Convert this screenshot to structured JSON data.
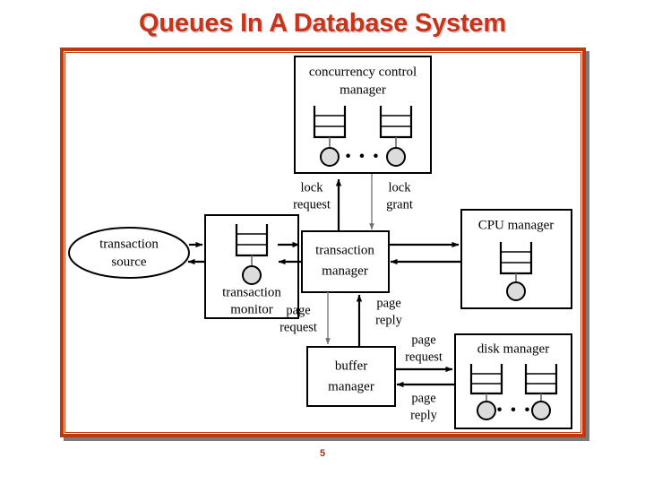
{
  "slide": {
    "title": "Queues In A Database System",
    "page_number": "5",
    "accent_color": "#C0380F",
    "title_color": "#C8341A"
  },
  "diagram": {
    "type": "queueing-network-diagram",
    "nodes": [
      {
        "id": "ccm",
        "label_line1": "concurrency control",
        "label_line2": "manager",
        "shape": "box",
        "queues": 2,
        "ellipsis": "..."
      },
      {
        "id": "txsrc",
        "label_line1": "transaction",
        "label_line2": "source",
        "shape": "ellipse",
        "queues": 0
      },
      {
        "id": "txmon",
        "label_line1": "transaction",
        "label_line2": "monitor",
        "shape": "box",
        "queues": 1
      },
      {
        "id": "txmgr",
        "label_line1": "transaction",
        "label_line2": "manager",
        "shape": "box",
        "queues": 0
      },
      {
        "id": "cpu",
        "label_line1": "CPU manager",
        "label_line2": "",
        "shape": "box",
        "queues": 1
      },
      {
        "id": "buf",
        "label_line1": "buffer",
        "label_line2": "manager",
        "shape": "box",
        "queues": 0
      },
      {
        "id": "disk",
        "label_line1": "disk manager",
        "label_line2": "",
        "shape": "box",
        "queues": 2,
        "ellipsis": "..."
      }
    ],
    "edge_labels": {
      "lock_request_l1": "lock",
      "lock_request_l2": "request",
      "lock_grant_l1": "lock",
      "lock_grant_l2": "grant",
      "page_request_tm_l1": "page",
      "page_request_tm_l2": "request",
      "page_reply_tm_l1": "page",
      "page_reply_tm_l2": "reply",
      "page_request_disk_l1": "page",
      "page_request_disk_l2": "request",
      "page_reply_disk_l1": "page",
      "page_reply_disk_l2": "reply"
    },
    "ellipsis": "• • •"
  }
}
